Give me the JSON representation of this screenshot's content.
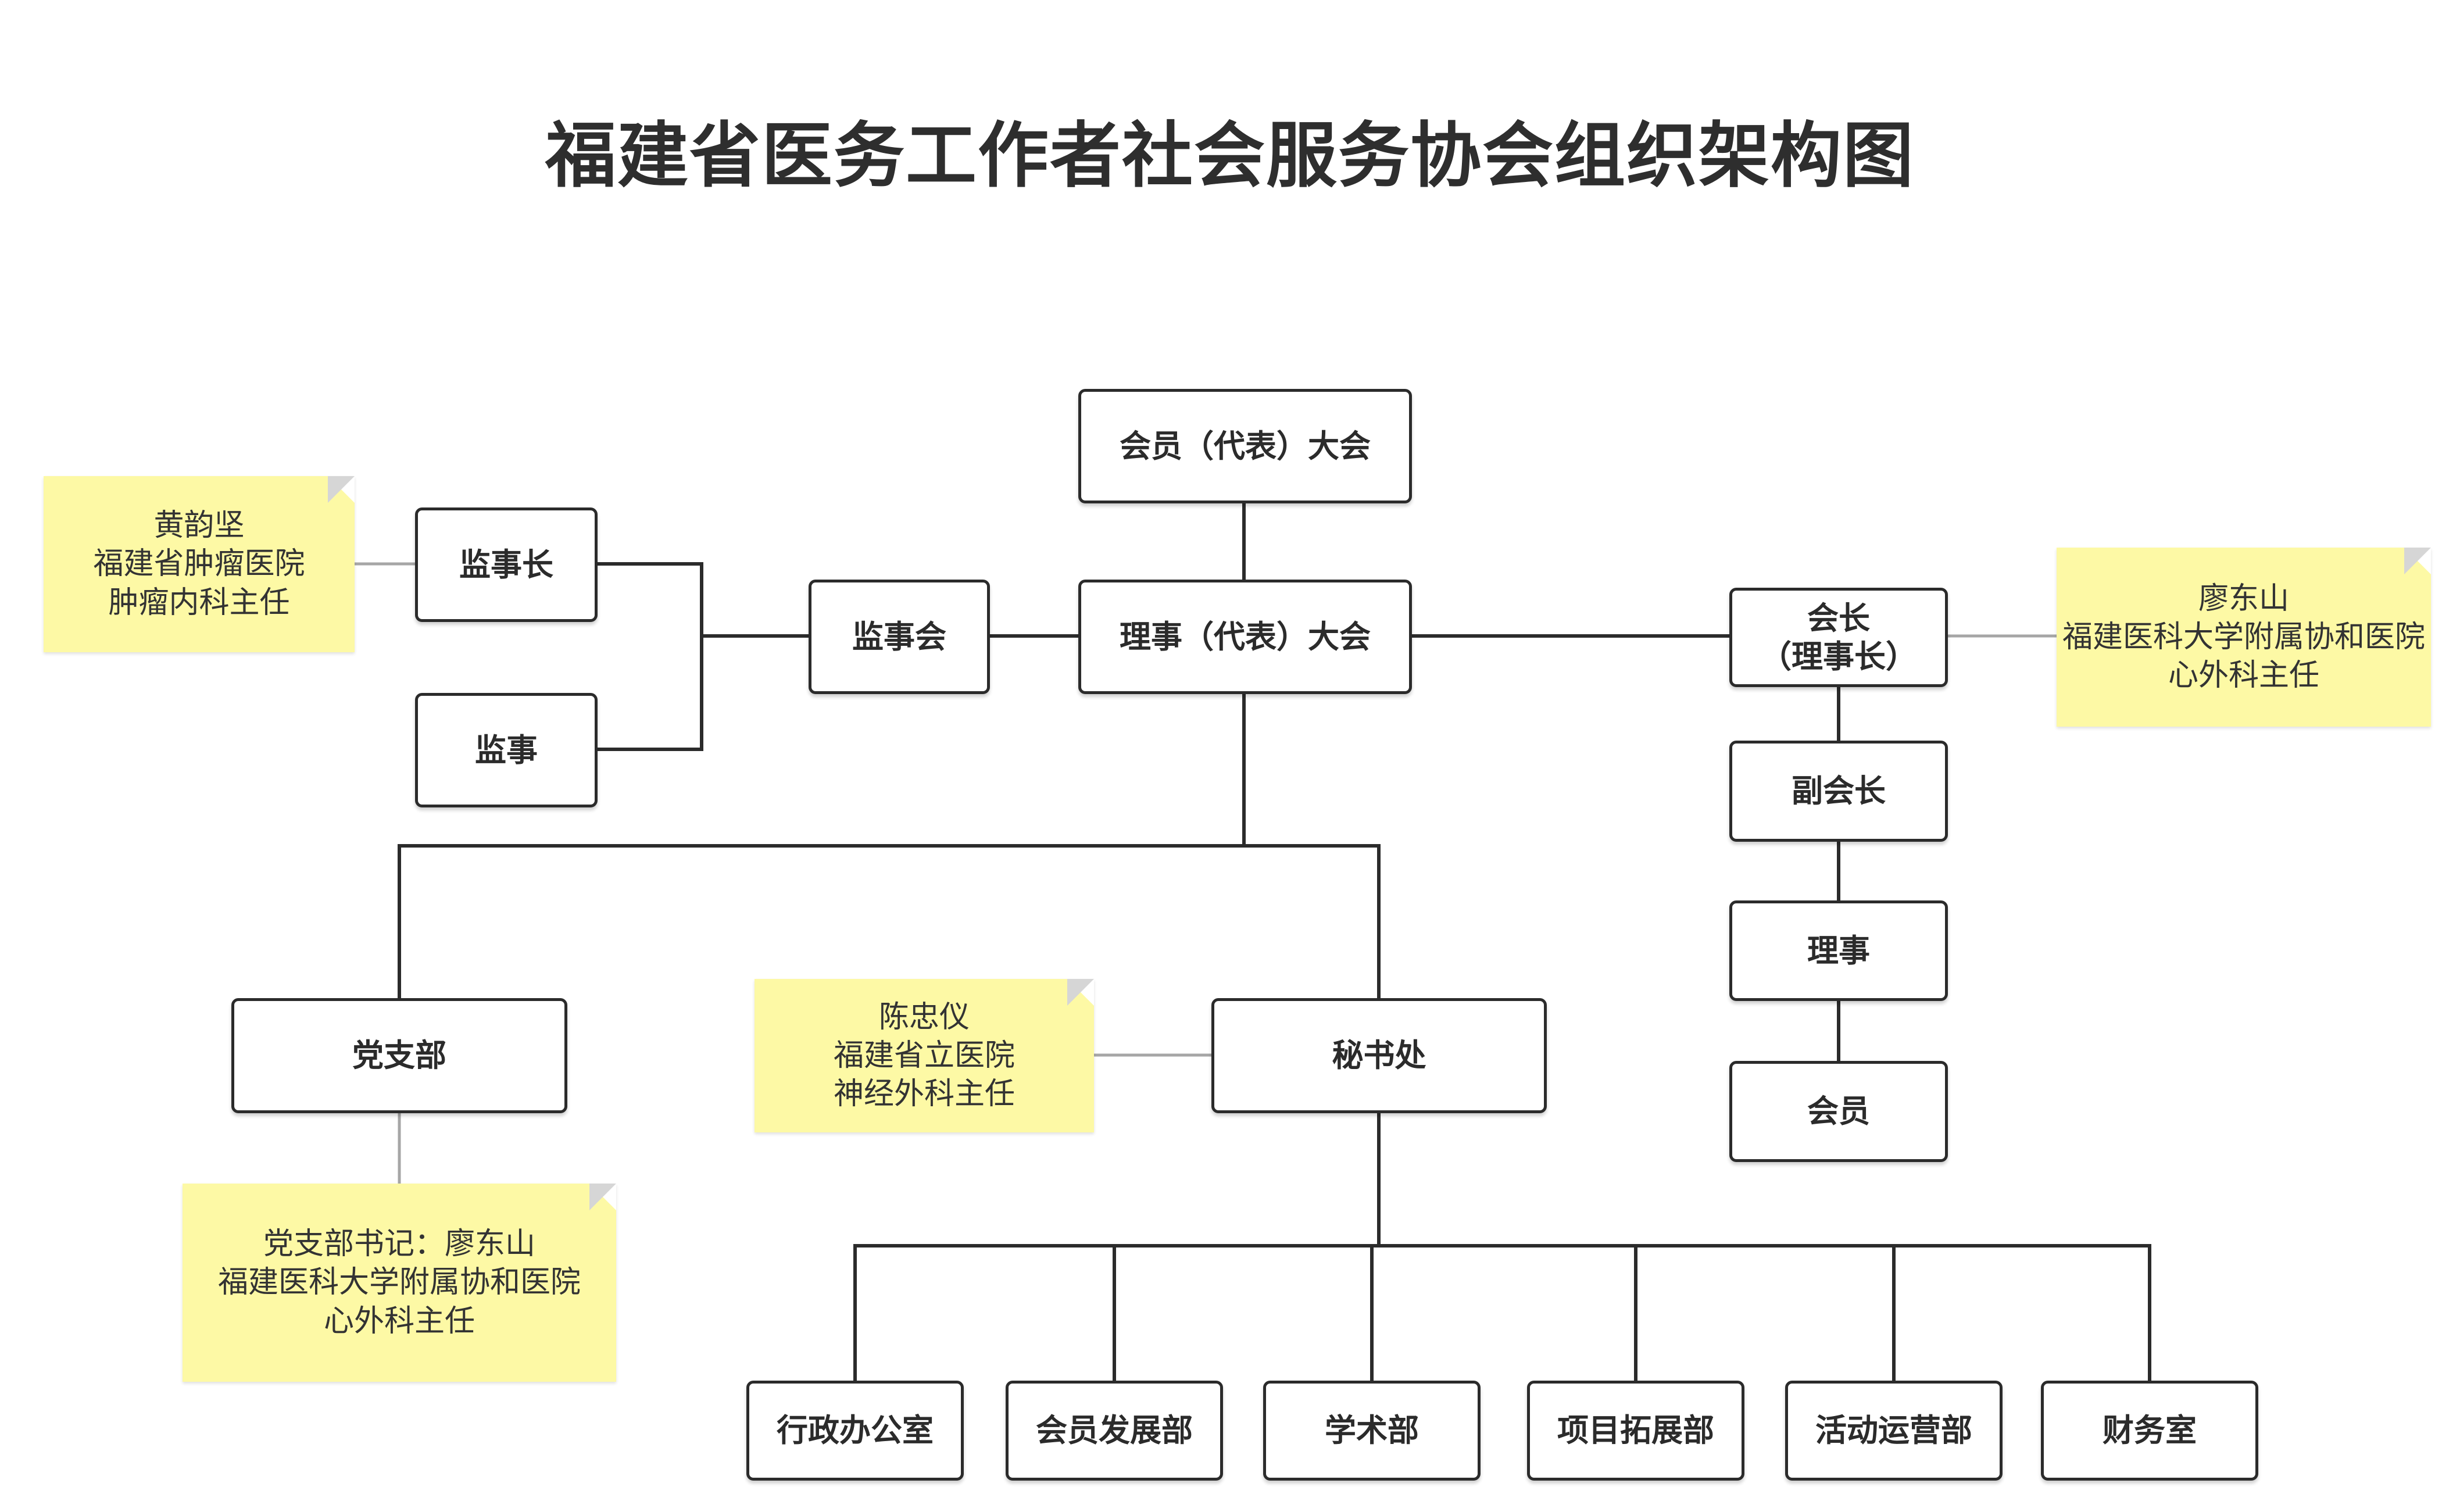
{
  "title": "福建省医务工作者社会服务协会组织架构图",
  "colors": {
    "box_border": "#2b2b2b",
    "note_fill": "#fdf9a5",
    "connector": "#2b2b2b",
    "note_connector": "#a6a6a6",
    "title_text": "#2e2e2e"
  },
  "nodes": {
    "general_assembly": "会员（代表）大会",
    "council_assembly": "理事（代表）大会",
    "supervisory_board": "监事会",
    "chief_supervisor": "监事长",
    "supervisor": "监事",
    "president": [
      "会长",
      "（理事长）"
    ],
    "vice_president": "副会长",
    "director": "理事",
    "member": "会员",
    "party_branch": "党支部",
    "secretariat": "秘书处",
    "departments": [
      "行政办公室",
      "会员发展部",
      "学术部",
      "项目拓展部",
      "活动运营部",
      "财务室"
    ]
  },
  "notes": {
    "chief_supervisor": [
      "黄韵坚",
      "福建省肿瘤医院",
      "肿瘤内科主任"
    ],
    "president": [
      "廖东山",
      "福建医科大学附属协和医院",
      "心外科主任"
    ],
    "secretariat": [
      "陈忠仪",
      "福建省立医院",
      "神经外科主任"
    ],
    "party_branch": [
      "党支部书记：廖东山",
      "福建医科大学附属协和医院",
      "心外科主任"
    ]
  }
}
